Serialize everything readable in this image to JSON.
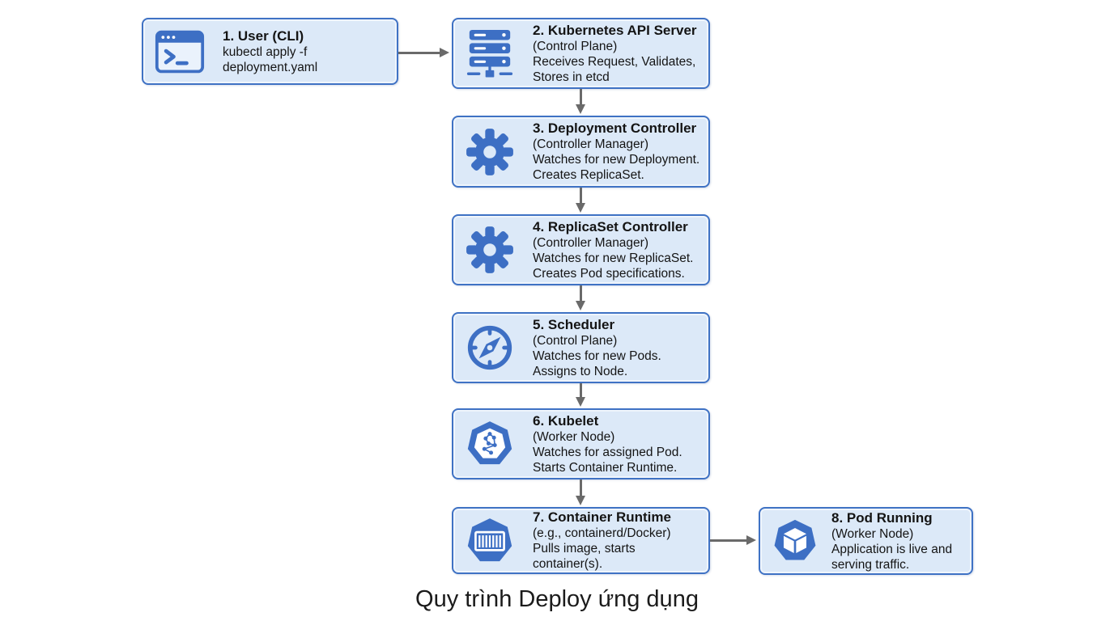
{
  "title": "Quy trình Deploy ứng dụng",
  "colors": {
    "box_fill": "#dce9f8",
    "box_border": "#3f72c4",
    "icon_blue": "#3d6fc4",
    "arrow_gray": "#6a6a6a",
    "text": "#141414",
    "background": "#ffffff"
  },
  "nodes": [
    {
      "icon": "terminal-icon",
      "title": "1. User (CLI)",
      "lines": [
        "kubectl apply -f",
        "deployment.yaml"
      ]
    },
    {
      "icon": "server-stack-icon",
      "title": "2. Kubernetes API Server",
      "lines": [
        "(Control Plane)",
        "Receives Request, Validates,",
        "Stores in etcd"
      ]
    },
    {
      "icon": "gear-icon",
      "title": "3. Deployment Controller",
      "lines": [
        "(Controller Manager)",
        "Watches for new Deployment.",
        "Creates ReplicaSet."
      ]
    },
    {
      "icon": "gear-icon",
      "title": "4. ReplicaSet Controller",
      "lines": [
        "(Controller Manager)",
        "Watches for new ReplicaSet.",
        "Creates Pod specifications."
      ]
    },
    {
      "icon": "compass-icon",
      "title": "5. Scheduler",
      "lines": [
        "(Control Plane)",
        "Watches for new Pods.",
        "Assigns to Node."
      ]
    },
    {
      "icon": "kubernetes-heptagon-icon",
      "title": "6. Kubelet",
      "lines": [
        "(Worker Node)",
        "Watches for assigned Pod.",
        "Starts Container Runtime."
      ]
    },
    {
      "icon": "container-heptagon-icon",
      "title": "7. Container Runtime",
      "lines": [
        "(e.g., containerd/Docker)",
        "Pulls image, starts container(s)."
      ]
    },
    {
      "icon": "pod-cube-heptagon-icon",
      "title": "8. Pod Running",
      "lines": [
        "(Worker Node)",
        "Application is live and",
        "serving traffic."
      ]
    }
  ]
}
